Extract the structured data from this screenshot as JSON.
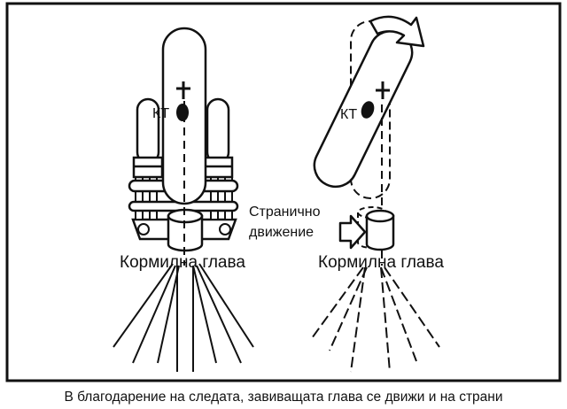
{
  "left_panel": {
    "cg_label": "КТ",
    "head_label": "Кормилна глава"
  },
  "right_panel": {
    "cg_label": "КТ",
    "lateral_label_line1": "Странично",
    "lateral_label_line2": "движение",
    "head_label": "Кормилна глава"
  },
  "caption": "В благодарение на следата, завиващата глава се движи и на страни",
  "colors": {
    "ink": "#111111",
    "background": "#ffffff"
  }
}
